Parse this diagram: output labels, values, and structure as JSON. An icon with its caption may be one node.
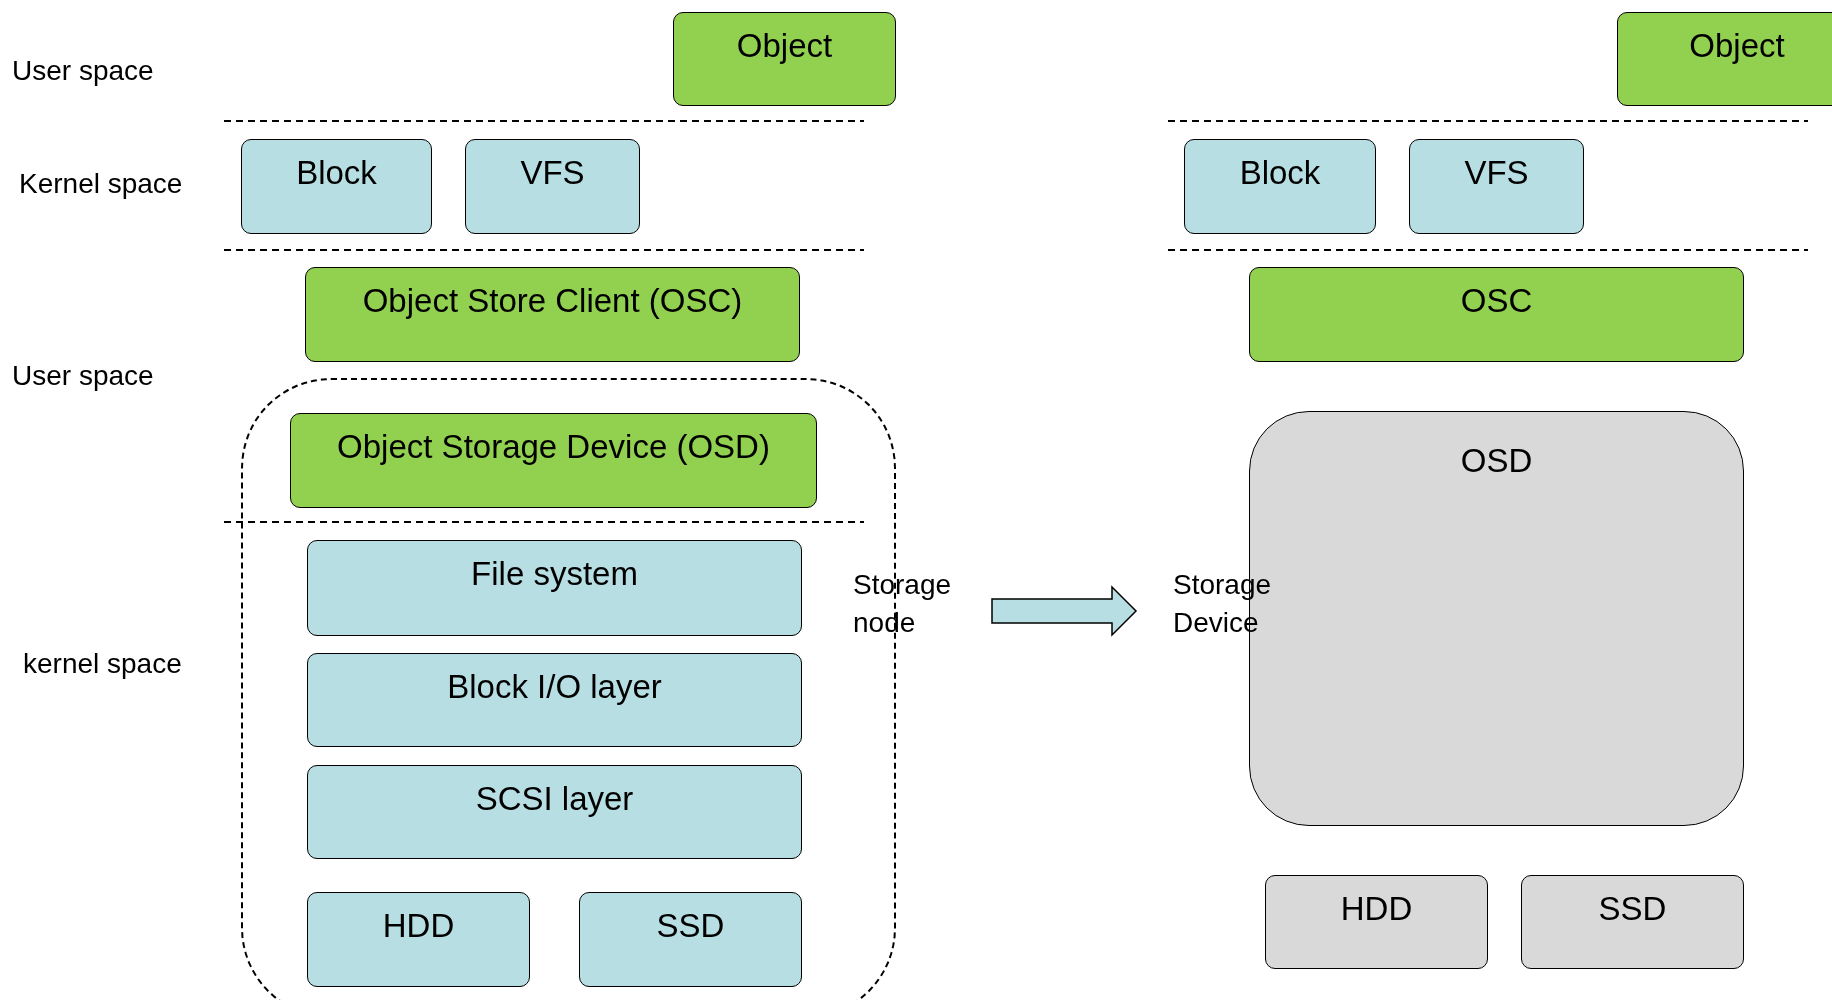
{
  "diagram": {
    "nodes": [
      {
        "text": [
          "Object"
        ]
      },
      {
        "text": [
          "Block"
        ]
      },
      {
        "text": [
          "VFS"
        ]
      },
      {
        "text": [
          "Object Store Client (OSC)"
        ]
      },
      {
        "text": [],
        "shape": "box",
        "beside": [
          "Storage node"
        ]
      },
      {
        "text": [
          "Object Storage Device (OSD)"
        ],
        "in": 4
      },
      {
        "text": [
          "File system"
        ],
        "in": 4
      },
      {
        "text": [
          "Block I/O layer"
        ],
        "in": 4
      },
      {
        "text": [
          "SCSI layer"
        ],
        "in": 4
      },
      {
        "text": [
          "HDD"
        ],
        "in": 4
      },
      {
        "text": [
          "SSD"
        ],
        "in": 4
      },
      {
        "text": [
          "Object"
        ]
      },
      {
        "text": [
          "Block"
        ]
      },
      {
        "text": [
          "VFS"
        ]
      },
      {
        "text": [
          "OSC"
        ]
      },
      {
        "text": [
          "OSD"
        ],
        "beside": [
          "Storage Device"
        ]
      },
      {
        "text": [
          "HDD"
        ]
      },
      {
        "text": [
          "SSD"
        ]
      }
    ],
    "edges": [
      {
        "from": 4,
        "to": 15,
        "arrow": "to"
      }
    ],
    "labels": [
      "User space",
      "Kernel space",
      "User space",
      "kernel space"
    ]
  }
}
